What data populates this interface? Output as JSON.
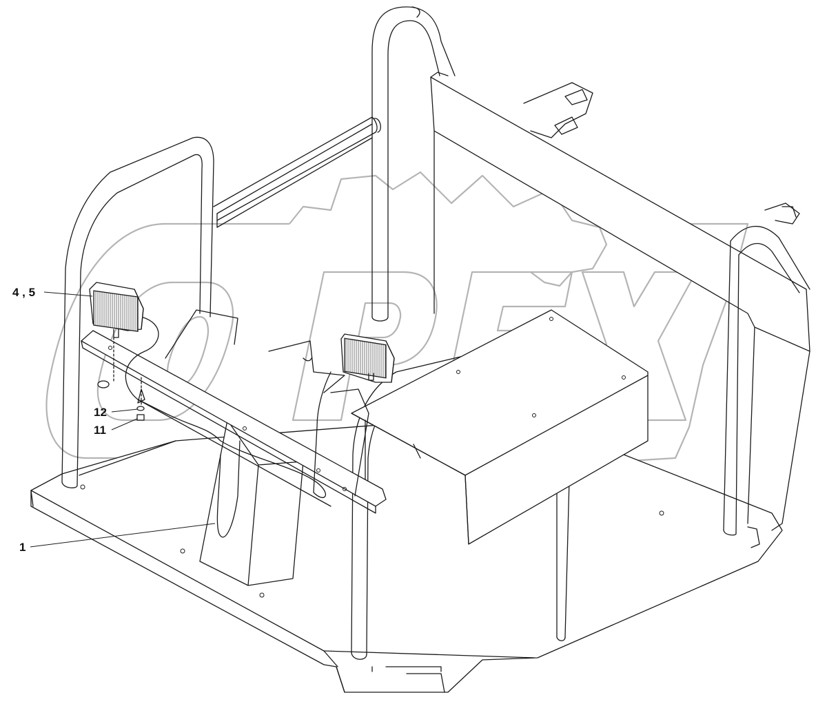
{
  "callouts": [
    {
      "id": "item-4-5",
      "label": "4 , 5"
    },
    {
      "id": "item-12",
      "label": "12"
    },
    {
      "id": "item-11",
      "label": "11"
    },
    {
      "id": "item-1",
      "label": "1"
    }
  ],
  "watermark": {
    "text": "OPEX"
  },
  "colors": {
    "line": "#1a1a1a",
    "watermark": "#b4b4b4",
    "background": "#ffffff"
  }
}
